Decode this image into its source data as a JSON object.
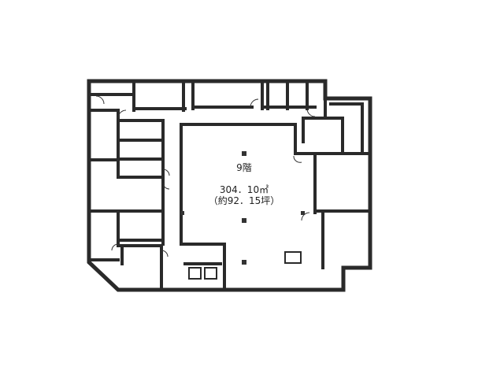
{
  "floor_label": "9階",
  "area_sqm": "304．10㎡",
  "area_tsubo": "（約92．15坪）",
  "wall_color": "#2a2a2a"
}
